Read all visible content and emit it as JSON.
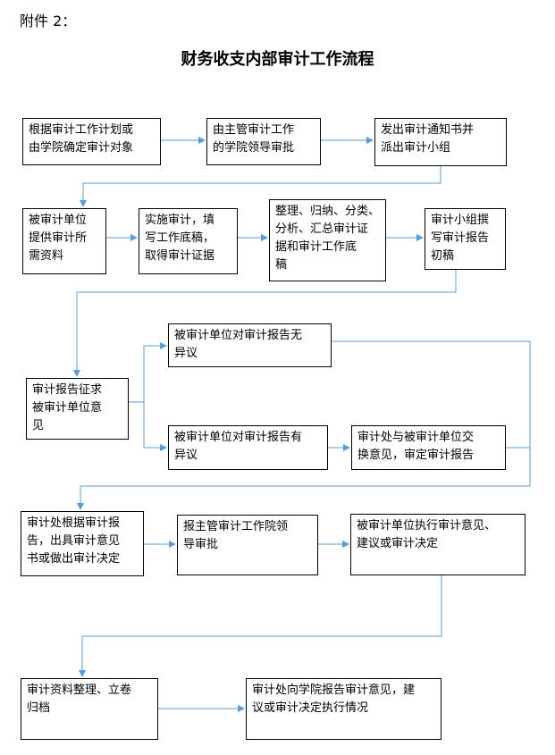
{
  "attachment": "附件 2：",
  "title": "财务收支内部审计工作流程",
  "colors": {
    "arrow": "#5b9bd5",
    "border": "#000000"
  },
  "steps": [
    "根据审计工作计划或\n由学院确定审计对象",
    "由主管审计工作\n的学院领导审批",
    "发出审计通知书并\n派出审计小组",
    "被审计单位\n提供审计所\n需资料",
    "实施审计，填\n写工作底稿，\n取得审计证据",
    "整理、归纳、分类、\n分析、汇总审计证\n据和审计工作底\n稿",
    "审计小组撰\n写审计报告\n初稿",
    "审计报告征求\n被审计单位意\n见",
    "被审计单位对审计报告无\n异议",
    "被审计单位对审计报告有\n异议",
    "审计处与被审计单位交\n换意见，审定审计报告",
    "审计处根据审计报\n告，出具审计意见\n书或做出审计决定",
    "报主管审计工作院领\n导审批",
    "被审计单位执行审计意见、\n建议或审计决定",
    "审计资料整理、立卷\n归档",
    "审计处向学院报告审计意见，建\n议或审计决定执行情况"
  ]
}
